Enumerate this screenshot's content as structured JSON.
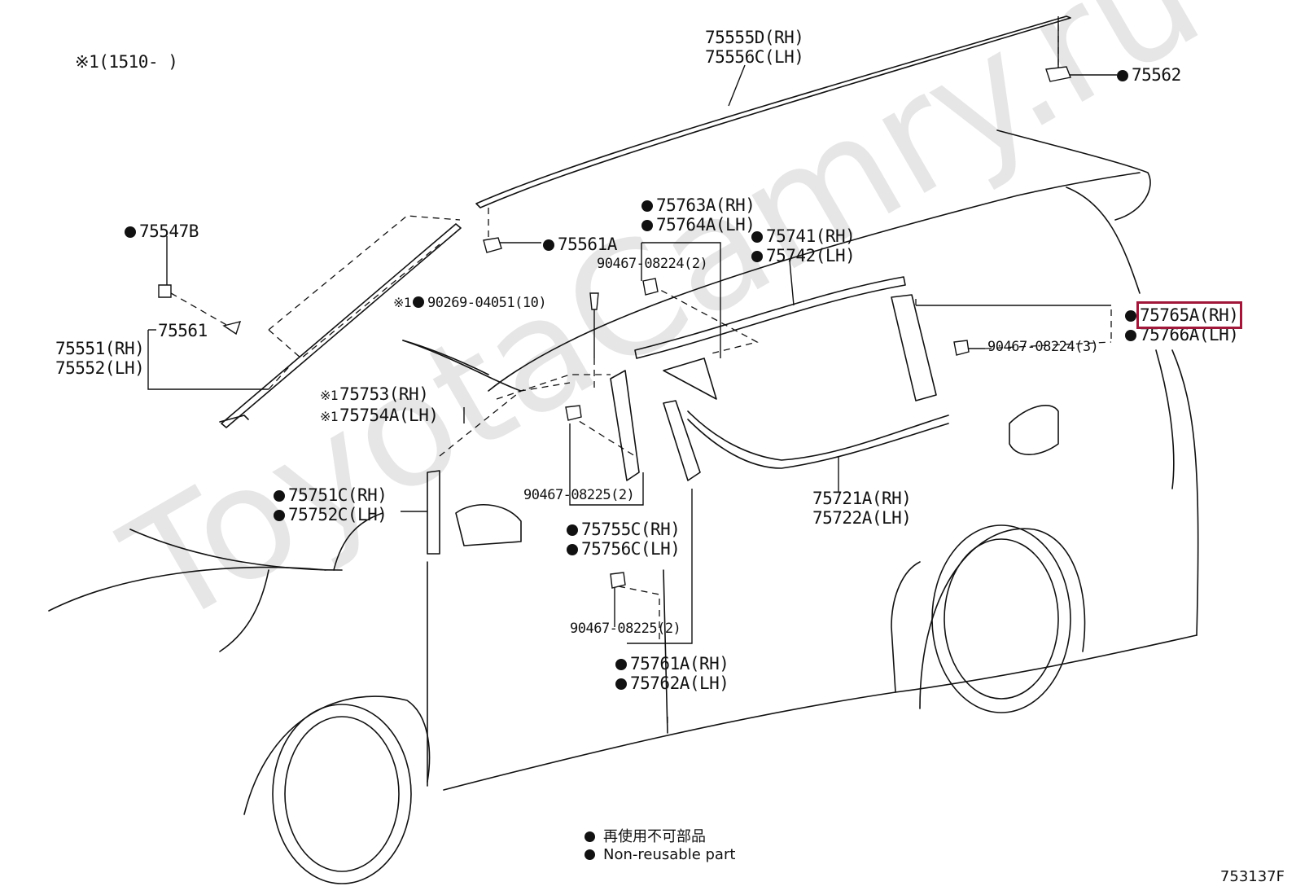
{
  "note": "※1(1510-     )",
  "watermark": "ToyotaCamry.ru",
  "figure_id": "753137F",
  "highlight_part": "75765A(RH)",
  "labels": {
    "p75555": [
      "75555D(RH)",
      "75556C(LH)"
    ],
    "p75562": "75562",
    "p75547": "75547B",
    "p75561A": "75561A",
    "p75561": "75561",
    "p75551": [
      "75551(RH)",
      "75552(LH)"
    ],
    "p75763": [
      "75763A(RH)",
      "75764A(LH)"
    ],
    "p90467_a": "90467-08224(2)",
    "p75741": [
      "75741(RH)",
      "75742(LH)"
    ],
    "p90269": "90269-04051(10)",
    "p75753": [
      "75753(RH)",
      "75754A(LH)"
    ],
    "p75765": [
      "75765A(RH)",
      "75766A(LH)"
    ],
    "p90467_b": "90467-08224(3)",
    "p75751": [
      "75751C(RH)",
      "75752C(LH)"
    ],
    "p90467_c": "90467-08225(2)",
    "p75755": [
      "75755C(RH)",
      "75756C(LH)"
    ],
    "p75721": [
      "75721A(RH)",
      "75722A(LH)"
    ],
    "p90467_d": "90467-08225(2)",
    "p75761": [
      "75761A(RH)",
      "75762A(LH)"
    ],
    "note_mark": "※1"
  },
  "legend": {
    "jp": "再使用不可部品",
    "en": "Non-reusable part"
  }
}
